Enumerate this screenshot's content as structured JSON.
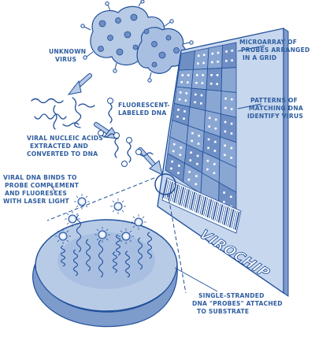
{
  "labels": {
    "unknown_virus": [
      "UNKNOWN",
      "VIRUS"
    ],
    "microarray": [
      "MICROARRAY OF",
      "PROBES ARRANGED",
      "IN A GRID"
    ],
    "patterns": [
      "PATTERNS OF",
      "MATCHING DNA",
      "IDENTIFY VIRUS"
    ],
    "fluorescent": [
      "FLUORESCENT-",
      "LABELED DNA"
    ],
    "viral_nucleic": [
      "VIRAL NUCLEIC ACIDS",
      "EXTRACTED AND",
      "CONVERTED TO DNA"
    ],
    "binds": [
      "VIRAL DNA BINDS TO",
      "PROBE COMPLEMENT",
      "AND FLUORESCES",
      "WITH LASER LIGHT"
    ],
    "single_stranded": [
      "SINGLE-STRANDED",
      "DNA \"PROBES\" ATTACHED",
      "TO SUBSTRATE"
    ]
  },
  "chip": {
    "brand": "VIROCHIP"
  },
  "colors": {
    "ink": "#1f4f9a",
    "text": "#2f5ea0",
    "wash": "#b8cbe6",
    "dark": "#6f8fc4",
    "glow": "#ffffff"
  }
}
